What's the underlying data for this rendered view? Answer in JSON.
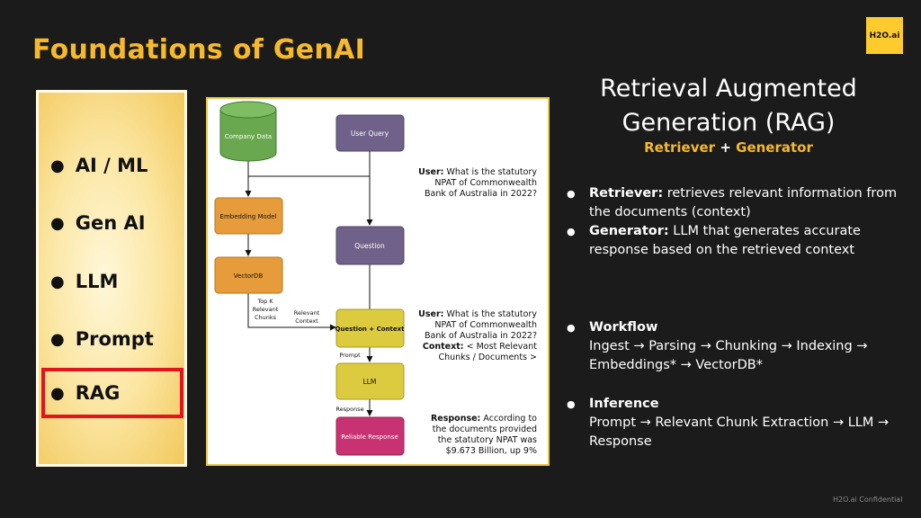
{
  "page": {
    "title": "Foundations of GenAI",
    "logo": "H2O.ai",
    "footer": "H2O.ai Confidential"
  },
  "sidebar": {
    "items": [
      {
        "label": "AI / ML",
        "active": false
      },
      {
        "label": "Gen AI",
        "active": false
      },
      {
        "label": "LLM",
        "active": false
      },
      {
        "label": "Prompt",
        "active": false
      },
      {
        "label": "RAG",
        "active": true
      }
    ]
  },
  "diagram": {
    "nodes": {
      "company_data": "Company Data",
      "user_query": "User Query",
      "embedding_model": "Embedding Model",
      "question": "Question",
      "vectordb": "VectorDB",
      "question_context": "Question + Context",
      "llm": "LLM",
      "reliable_response": "Reliable Response"
    },
    "edge_labels": {
      "top_k_1": "Top K",
      "top_k_2": "Relevant",
      "top_k_3": "Chunks",
      "relevant_1": "Relevant",
      "relevant_2": "Context",
      "prompt": "Prompt",
      "response": "Response"
    },
    "notes": {
      "user1_bold": "User:",
      "user1_l1": "What is the statutory",
      "user1_l2": "NPAT of Commonwealth",
      "user1_l3": "Bank of Australia in 2022?",
      "user2_bold": "User:",
      "user2_l1": "What is the statutory",
      "user2_l2": "NPAT of Commonwealth",
      "user2_l3": "Bank of Australia in 2022?",
      "context_bold": "Context:",
      "context_l1": "< Most Relevant",
      "context_l2": "Chunks / Documents >",
      "response_bold": "Response:",
      "response_l1": "According to",
      "response_l2": "the documents provided",
      "response_l3": "the statutory NPAT was",
      "response_l4": "$9.673 Billion, up 9%"
    },
    "colors": {
      "green": "#6aa84f",
      "purple": "#6f6189",
      "orange": "#e69c3a",
      "yellow": "#dccb3e",
      "pink": "#c93272"
    }
  },
  "rag": {
    "title_line1": "Retrieval Augmented",
    "title_line2": "Generation (RAG)",
    "subtitle_retriever": "Retriever",
    "subtitle_plus": "+",
    "subtitle_generator": "Generator",
    "bullets1": [
      {
        "bold": "Retriever:",
        "text": "retrieves relevant information from the documents (context)"
      },
      {
        "bold": "Generator:",
        "text": "LLM that generates accurate response based on the retrieved context"
      }
    ],
    "workflow": {
      "bold": "Workflow",
      "text": "Ingest → Parsing → Chunking → Indexing → Embeddings* → VectorDB*"
    },
    "inference": {
      "bold": "Inference",
      "text": "Prompt → Relevant Chunk Extraction → LLM → Response"
    }
  }
}
